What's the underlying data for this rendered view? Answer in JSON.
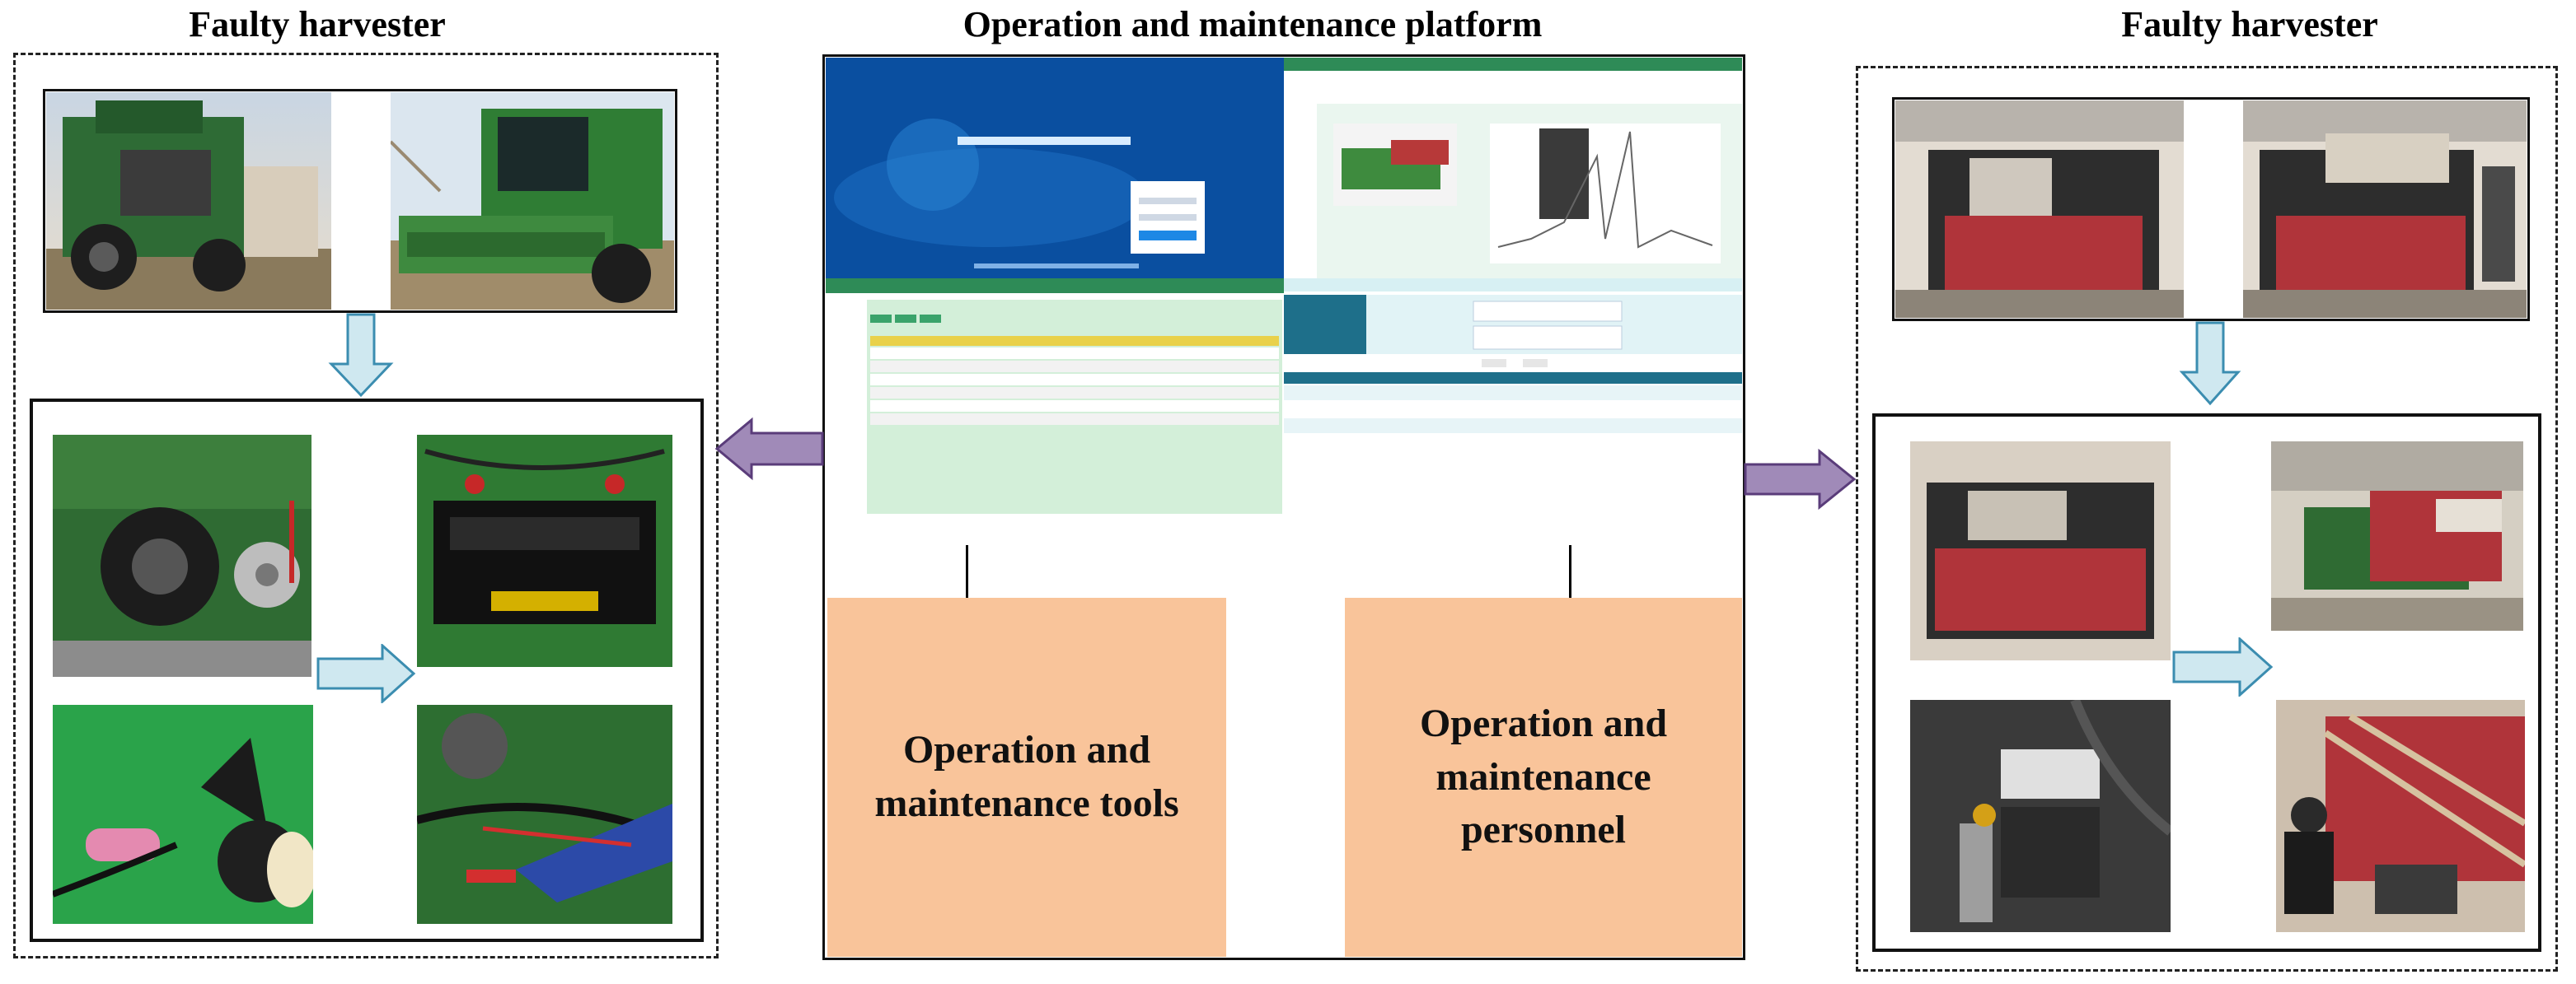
{
  "titles": {
    "left": "Faulty harvester",
    "center": "Operation and maintenance platform",
    "right": "Faulty harvester"
  },
  "boxes": {
    "tools": "Operation and maintenance tools",
    "personnel": "Operation and maintenance personnel"
  },
  "colors": {
    "harvester_green": "#2e7d32",
    "harvester_red": "#b0343a",
    "platform_blue": "#0a4fa0",
    "arrow_fill": "#cfe8f0",
    "arrow_purple": "#a08ab8",
    "box_orange": "#f9c49a"
  }
}
